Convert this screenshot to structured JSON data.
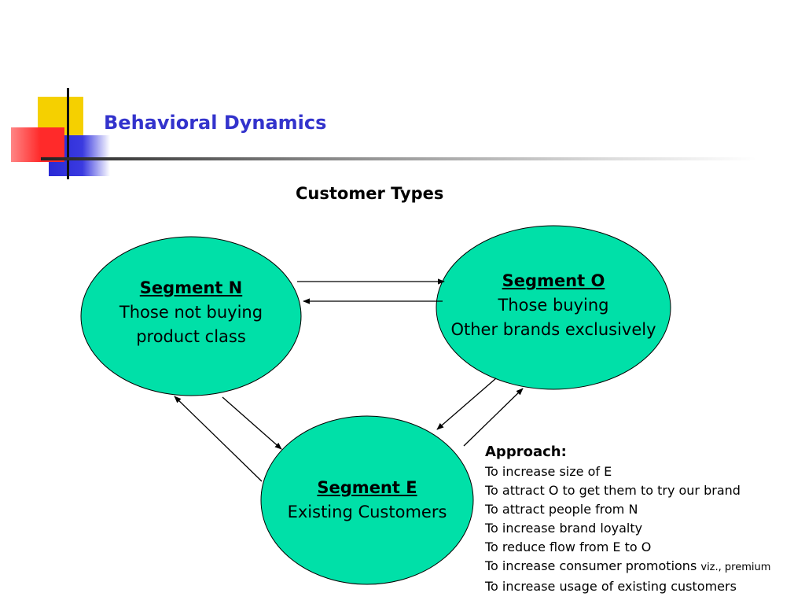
{
  "slide": {
    "title": "Behavioral Dynamics",
    "subtitle": "Customer Types"
  },
  "segments": {
    "n": {
      "heading": "Segment N",
      "lines": [
        "Those not buying",
        "product class"
      ]
    },
    "o": {
      "heading": "Segment O",
      "lines": [
        "Those buying",
        "Other brands exclusively"
      ]
    },
    "e": {
      "heading": "Segment E",
      "lines": [
        "Existing Customers"
      ]
    }
  },
  "approach": {
    "heading": "Approach:",
    "items": [
      "To increase size of E",
      "To attract O to get them to try our brand",
      "To attract people from N",
      "To increase brand loyalty",
      "To reduce flow from E to O",
      "To increase consumer promotions",
      "To increase usage of existing customers"
    ],
    "item6_note": "viz., premium"
  },
  "colors": {
    "title": "#3333cc",
    "node_fill": "#00e0a8",
    "node_stroke": "#000000",
    "deco_yellow": "#f5d000",
    "deco_red": "#ff2a2a",
    "deco_blue": "#2a2ad6"
  }
}
